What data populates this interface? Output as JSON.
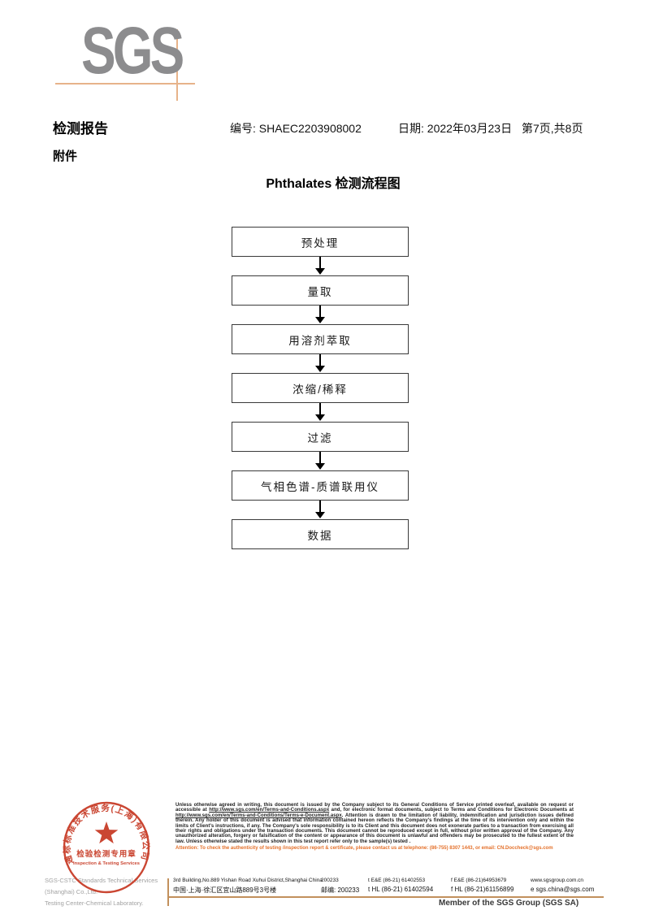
{
  "header": {
    "logo_text": "SGS",
    "report_title": "检测报告",
    "report_number": "编号: SHAEC2203908002",
    "report_date": "日期: 2022年03月23日",
    "page_indicator": "第7页,共8页",
    "attachment_label": "附件"
  },
  "flowchart": {
    "title": "Phthalates 检测流程图",
    "steps": [
      "预处理",
      "量取",
      "用溶剂萃取",
      "浓缩/稀释",
      "过滤",
      "气相色谱-质谱联用仪",
      "数据"
    ]
  },
  "stamp": {
    "ring_text": "通标标准技术服务(上海)有限公司",
    "title": "检验检测专用章",
    "subtitle": "Inspection & Testing Services",
    "color": "#c5321c"
  },
  "company": {
    "name_line1": "SGS-CSTC Standards Technical Services (Shanghai) Co.,Ltd.",
    "name_line2": "Testing Center-Chemical Laboratory."
  },
  "legal": {
    "p1": "Unless otherwise agreed in writing, this document is issued by the Company subject to its General Conditions of Service printed overleaf, available on request or accessible at ",
    "link1": "http://www.sgs.com/en/Terms-and-Conditions.aspx",
    "p2": " and, for electronic format documents, subject to Terms and Conditions for Electronic Documents at ",
    "link2": "http://www.sgs.com/en/Terms-and-Conditions/Terms-e-Document.aspx",
    "p3": ". Attention is drawn to the limitation of liability, indemnification and jurisdiction issues defined therein. Any holder of this document is advised that information contained hereon reflects the Company's findings at the time of its intervention only and within the limits of Client's instructions, if any. The Company's sole responsibility is to its Client and this document does not exonerate parties to a transaction from exercising all their rights and obligations under the transaction documents. This document cannot be reproduced except in full, without prior written approval of the Company. Any unauthorized alteration, forgery or falsification of the content or appearance of this document is unlawful and offenders may be prosecuted to the fullest extent of the law. Unless otherwise stated the results shown in this test report refer only to the sample(s) tested .",
    "attention": "Attention: To check the authenticity of testing /inspection report & certificate, please contact us at telephone: (86-755) 8307 1443, or email: ",
    "attention_email": "CN.Doccheck@sgs.com",
    "accent_color": "#e4702a"
  },
  "address": {
    "en_street": "3rd Building,No.889 Yishan Road Xuhui District,Shanghai China",
    "en_postcode": "200233",
    "en_tel": "t E&E (86-21) 61402553",
    "en_fax": "f E&E (86-21)64953679",
    "en_web": "www.sgsgroup.com.cn",
    "cn_street": "中国·上海·徐汇区宜山路889号3号楼",
    "cn_postcode": "邮编: 200233",
    "cn_tel": "t HL (86-21) 61402594",
    "cn_fax": "f HL (86-21)61156899",
    "cn_email": "e  sgs.china@sgs.com"
  },
  "footer": {
    "member": "Member of the SGS Group (SGS SA)"
  }
}
